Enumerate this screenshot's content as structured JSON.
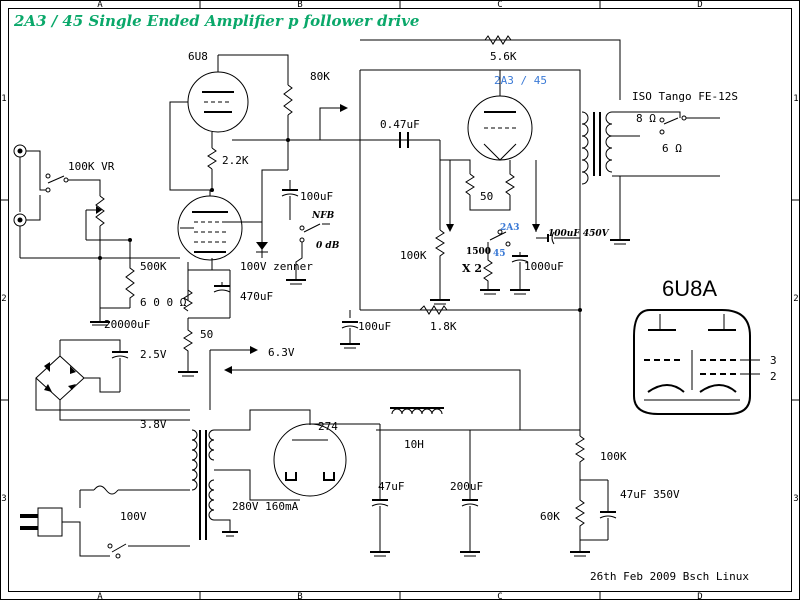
{
  "title": "2A3 / 45 Single Ended Amplifier p follower drive",
  "grid": {
    "columns": [
      "A",
      "B",
      "C",
      "D"
    ],
    "rows": [
      "1",
      "2",
      "3"
    ]
  },
  "tubes": {
    "driver": "6U8",
    "output": "2A3 / 45",
    "rectifier": "274",
    "pinout_title": "6U8A",
    "pinout_pins": [
      "3",
      "2"
    ]
  },
  "transformer": {
    "output": "ISO Tango FE-12S"
  },
  "labels": {
    "r_5k6": "5.6K",
    "r_80k": "80K",
    "c_047": "0.47uF",
    "taps_8": "8 Ω",
    "taps_6": "6 Ω",
    "vr": "100K VR",
    "r_2k2": "2.2K",
    "c_100uf_a": "100uF",
    "nfb": "NFB",
    "zero_db": "0 dB",
    "r_500k": "500K",
    "zenner": "100V zenner",
    "r_600": "6 0 0 Ω",
    "c_470": "470uF",
    "c_20000": "20000uF",
    "r_50a": "50",
    "r_50b": "50",
    "r_100k_grid": "100K",
    "r_1500": "1500",
    "x2": "X 2",
    "sel_2a3": "2A3",
    "sel_45": "45",
    "c_100_450": "100uF 450V",
    "c_1000": "1000uF",
    "c_100uf_b": "100uF",
    "r_1k8": "1.8K",
    "v_2_5": "2.5V",
    "v_6_3": "6.3V",
    "v_3_8": "3.8V",
    "choke": "10H",
    "c_47a": "47uF",
    "c_200": "200uF",
    "r_100k_b": "100K",
    "c_47_350": "47uF 350V",
    "mains": "100V",
    "hv": "280V 160mA",
    "r_60k": "60K",
    "footer": "26th Feb 2009 Bsch Linux"
  },
  "colors": {
    "title": "#0aa86a",
    "tube_label": "#3b7ad6",
    "frame": "#000000"
  }
}
